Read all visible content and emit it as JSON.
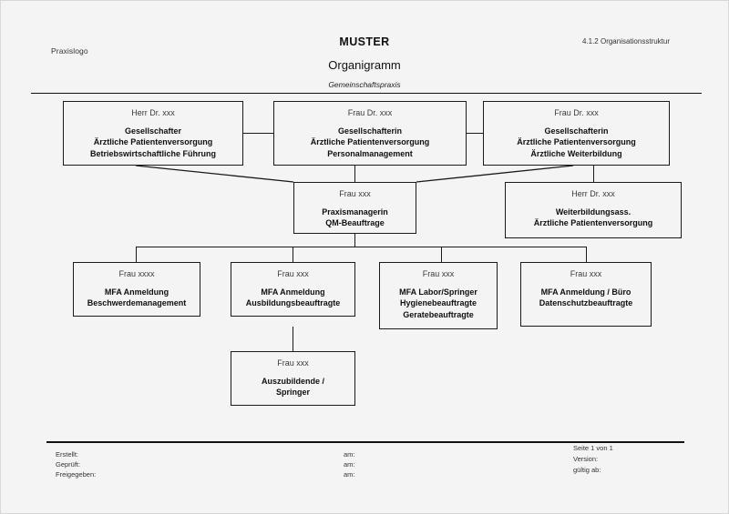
{
  "header": {
    "logo_placeholder": "Praxislogo",
    "muster": "MUSTER",
    "title": "Organigramm",
    "subtitle": "Gemeinschaftspraxis",
    "doc_reference": "4.1.2 Organisationsstruktur"
  },
  "nodes": {
    "partner1": {
      "person": "Herr Dr. xxx",
      "roles": [
        "Gesellschafter",
        "Ärztliche Patientenversorgung",
        "Betriebswirtschaftliche Führung"
      ]
    },
    "partner2": {
      "person": "Frau Dr. xxx",
      "roles": [
        "Gesellschafterin",
        "Ärztliche Patientenversorgung",
        "Personalmanagement"
      ]
    },
    "partner3": {
      "person": "Frau Dr. xxx",
      "roles": [
        "Gesellschafterin",
        "Ärztliche Patientenversorgung",
        "Ärztliche Weiterbildung"
      ]
    },
    "manager": {
      "person": "Frau xxx",
      "roles": [
        "Praxismanagerin",
        "QM-Beauftrage"
      ]
    },
    "assistant": {
      "person": "Herr Dr. xxx",
      "roles": [
        "Weiterbildungsass.",
        "Ärztliche Patientenversorgung"
      ]
    },
    "mfa1": {
      "person": "Frau xxxx",
      "roles": [
        "MFA Anmeldung",
        "Beschwerdemanagement"
      ]
    },
    "mfa2": {
      "person": "Frau xxx",
      "roles": [
        "MFA Anmeldung",
        "Ausbildungsbeauftragte"
      ]
    },
    "mfa3": {
      "person": "Frau xxx",
      "roles": [
        "MFA Labor/Springer",
        "Hygienebeauftragte",
        "Geratebeauftragte"
      ]
    },
    "mfa4": {
      "person": "Frau xxx",
      "roles": [
        "MFA Anmeldung / Büro",
        "Datenschutzbeauftragte"
      ]
    },
    "trainee": {
      "person": "Frau xxx",
      "roles": [
        "Auszubildende /",
        "Springer"
      ]
    }
  },
  "footer": {
    "created_label": "Erstellt:",
    "checked_label": "Geprüft:",
    "released_label": "Freigegeben:",
    "date_label_1": "am:",
    "date_label_2": "am:",
    "date_label_3": "am:",
    "page": "Seite 1 von 1",
    "version_label": "Version:",
    "valid_from_label": "gültig ab:"
  },
  "colors": {
    "page_background": "#f4f4f4",
    "line": "#1a1a1a",
    "text": "#111111"
  }
}
